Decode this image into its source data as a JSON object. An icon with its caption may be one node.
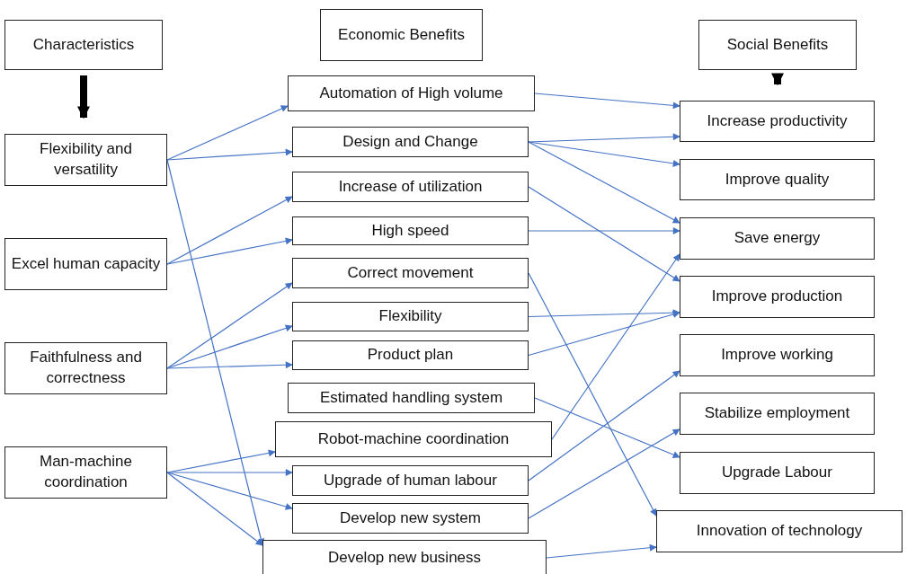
{
  "diagram": {
    "nodes": [
      {
        "text": [
          "Characteristics"
        ]
      },
      {
        "text": [
          "Economic Benefits"
        ]
      },
      {
        "text": [
          "Social Benefits"
        ]
      },
      {
        "text": [
          "Flexibility and versatility"
        ]
      },
      {
        "text": [
          "Excel human capacity"
        ]
      },
      {
        "text": [
          "Faithfulness and correctness"
        ]
      },
      {
        "text": [
          "Man-machine coordination"
        ]
      },
      {
        "text": [
          "Automation of High volume"
        ]
      },
      {
        "text": [
          "Design and Change"
        ]
      },
      {
        "text": [
          "Increase of utilization"
        ]
      },
      {
        "text": [
          "High speed"
        ]
      },
      {
        "text": [
          "Correct movement"
        ]
      },
      {
        "text": [
          "Flexibility"
        ]
      },
      {
        "text": [
          "Product plan"
        ]
      },
      {
        "text": [
          "Estimated handling system"
        ]
      },
      {
        "text": [
          "Robot-machine coordination"
        ]
      },
      {
        "text": [
          "Upgrade of human labour"
        ]
      },
      {
        "text": [
          "Develop new system"
        ]
      },
      {
        "text": [
          "Develop new business"
        ]
      },
      {
        "text": [
          "Increase productivity"
        ]
      },
      {
        "text": [
          "Improve quality"
        ]
      },
      {
        "text": [
          "Save energy"
        ]
      },
      {
        "text": [
          "Improve production"
        ]
      },
      {
        "text": [
          "Improve working"
        ]
      },
      {
        "text": [
          "Stabilize employment"
        ]
      },
      {
        "text": [
          "Upgrade Labour"
        ]
      },
      {
        "text": [
          "Innovation of technology"
        ]
      }
    ],
    "edges": [
      {
        "from": 0,
        "to": 3,
        "arrow": "to",
        "style": "thick",
        "color": "#000000"
      },
      {
        "from": 2,
        "to": 19,
        "arrow": "to",
        "style": "thick",
        "color": "#000000"
      },
      {
        "from": 3,
        "to": 7,
        "arrow": "to"
      },
      {
        "from": 3,
        "to": 8,
        "arrow": "to"
      },
      {
        "from": 3,
        "to": 18,
        "arrow": "to"
      },
      {
        "from": 4,
        "to": 9,
        "arrow": "to"
      },
      {
        "from": 4,
        "to": 10,
        "arrow": "to"
      },
      {
        "from": 5,
        "to": 11,
        "arrow": "to"
      },
      {
        "from": 5,
        "to": 12,
        "arrow": "to"
      },
      {
        "from": 5,
        "to": 13,
        "arrow": "to"
      },
      {
        "from": 6,
        "to": 15,
        "arrow": "to"
      },
      {
        "from": 6,
        "to": 16,
        "arrow": "to"
      },
      {
        "from": 6,
        "to": 17,
        "arrow": "to"
      },
      {
        "from": 6,
        "to": 18,
        "arrow": "to"
      },
      {
        "from": 7,
        "to": 19,
        "arrow": "to"
      },
      {
        "from": 8,
        "to": 19,
        "arrow": "to"
      },
      {
        "from": 8,
        "to": 20,
        "arrow": "to"
      },
      {
        "from": 8,
        "to": 21,
        "arrow": "to"
      },
      {
        "from": 9,
        "to": 22,
        "arrow": "to"
      },
      {
        "from": 10,
        "to": 21,
        "arrow": "to"
      },
      {
        "from": 11,
        "to": 26,
        "arrow": "to"
      },
      {
        "from": 12,
        "to": 22,
        "arrow": "to"
      },
      {
        "from": 13,
        "to": 22,
        "arrow": "to"
      },
      {
        "from": 14,
        "to": 25,
        "arrow": "to"
      },
      {
        "from": 15,
        "to": 21,
        "arrow": "to"
      },
      {
        "from": 16,
        "to": 23,
        "arrow": "to"
      },
      {
        "from": 17,
        "to": 24,
        "arrow": "to"
      },
      {
        "from": 18,
        "to": 26,
        "arrow": "to"
      }
    ]
  }
}
